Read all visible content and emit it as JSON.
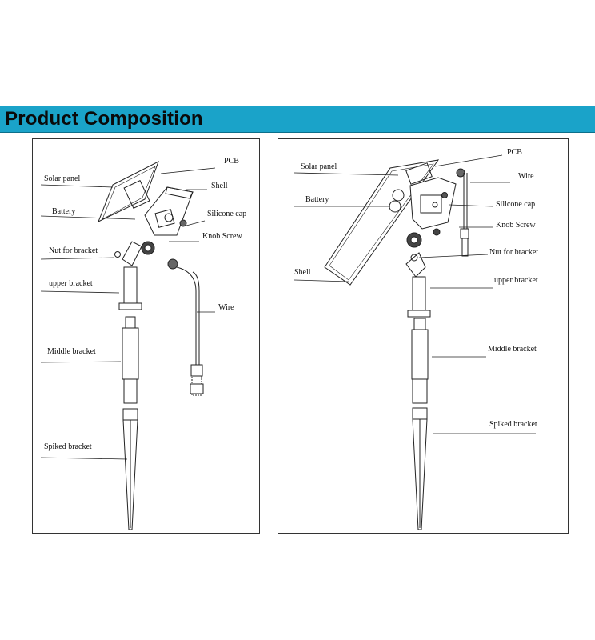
{
  "header": {
    "title": "Product Composition",
    "background": "#1aa3c9"
  },
  "diagram_left": {
    "labels": {
      "pcb": "PCB",
      "solar_panel": "Solar panel",
      "shell": "Shell",
      "battery": "Battery",
      "silicone_cap": "Silicone cap",
      "knob_screw": "Knob Screw",
      "nut_for_bracket": "Nut for bracket",
      "upper_bracket": "upper bracket",
      "wire": "Wire",
      "middle_bracket": "Middle bracket",
      "spiked_bracket": "Spiked bracket"
    }
  },
  "diagram_right": {
    "labels": {
      "pcb": "PCB",
      "solar_panel": "Solar panel",
      "wire": "Wire",
      "battery": "Battery",
      "silicone_cap": "Silicone cap",
      "knob_screw": "Knob Screw",
      "nut_for_bracket": "Nut for bracket",
      "shell": "Shell",
      "upper_bracket": "upper bracket",
      "middle_bracket": "Middle bracket",
      "spiked_bracket": "Spiked bracket"
    }
  }
}
